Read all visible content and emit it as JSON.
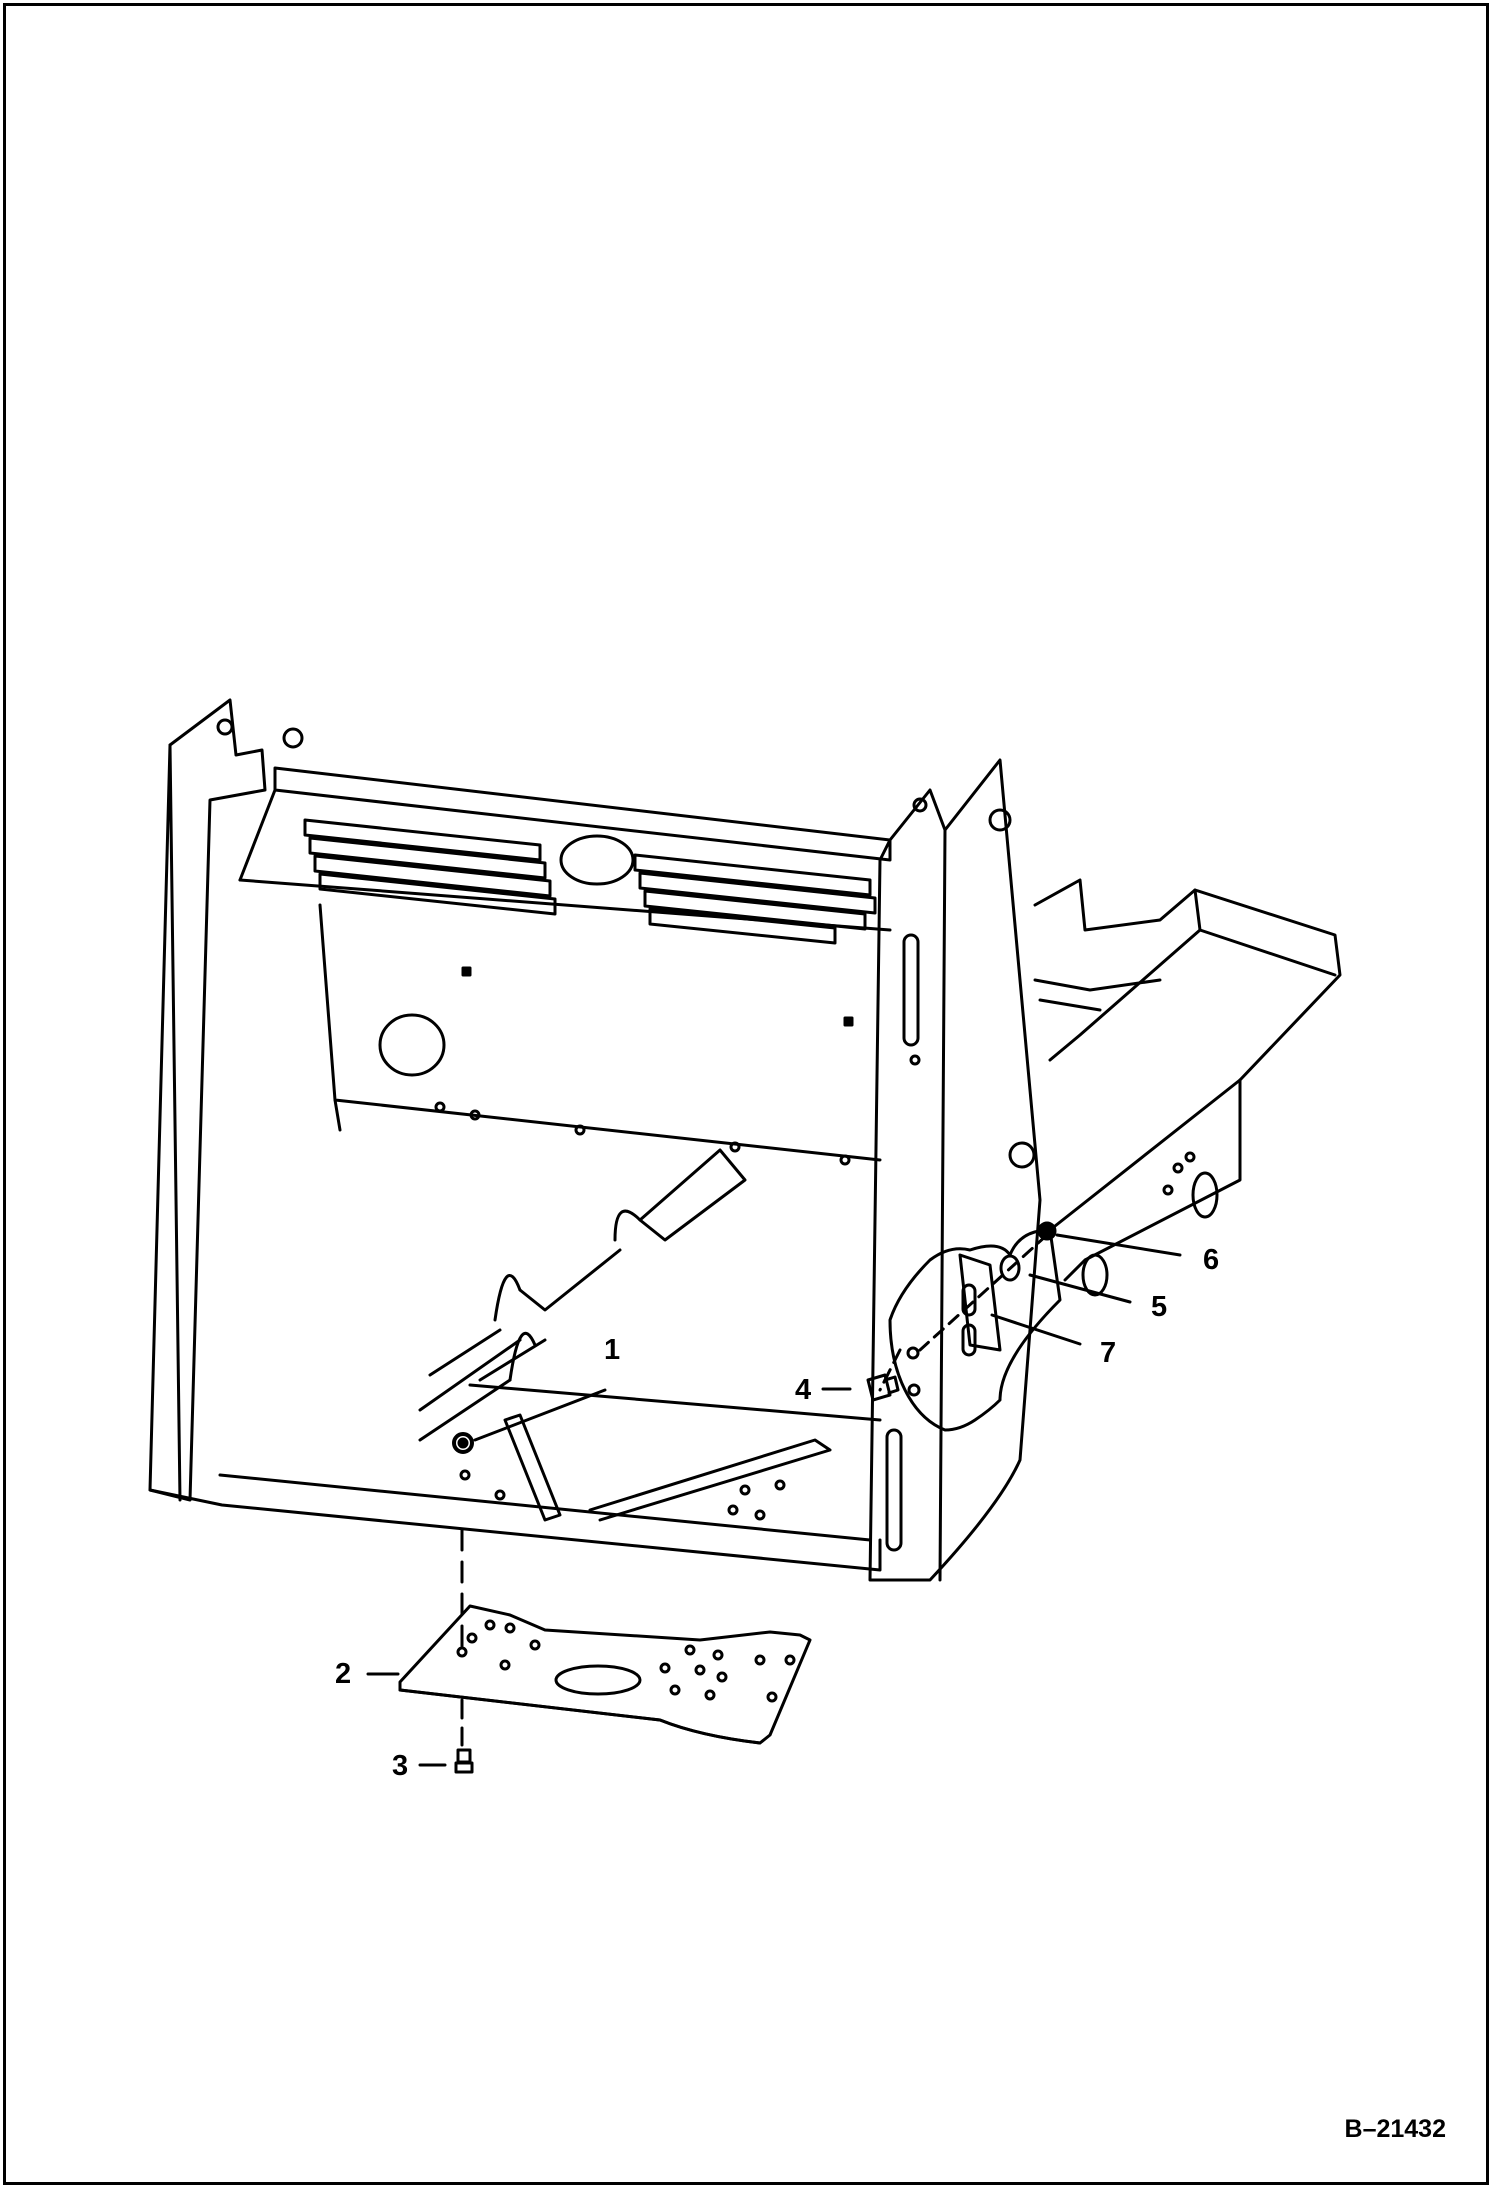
{
  "callouts": {
    "c1": "1",
    "c2": "2",
    "c3": "3",
    "c4": "4",
    "c5": "5",
    "c6": "6",
    "c7": "7"
  },
  "figure_id": "B–21432",
  "colors": {
    "line": "#000000",
    "background": "#ffffff"
  }
}
